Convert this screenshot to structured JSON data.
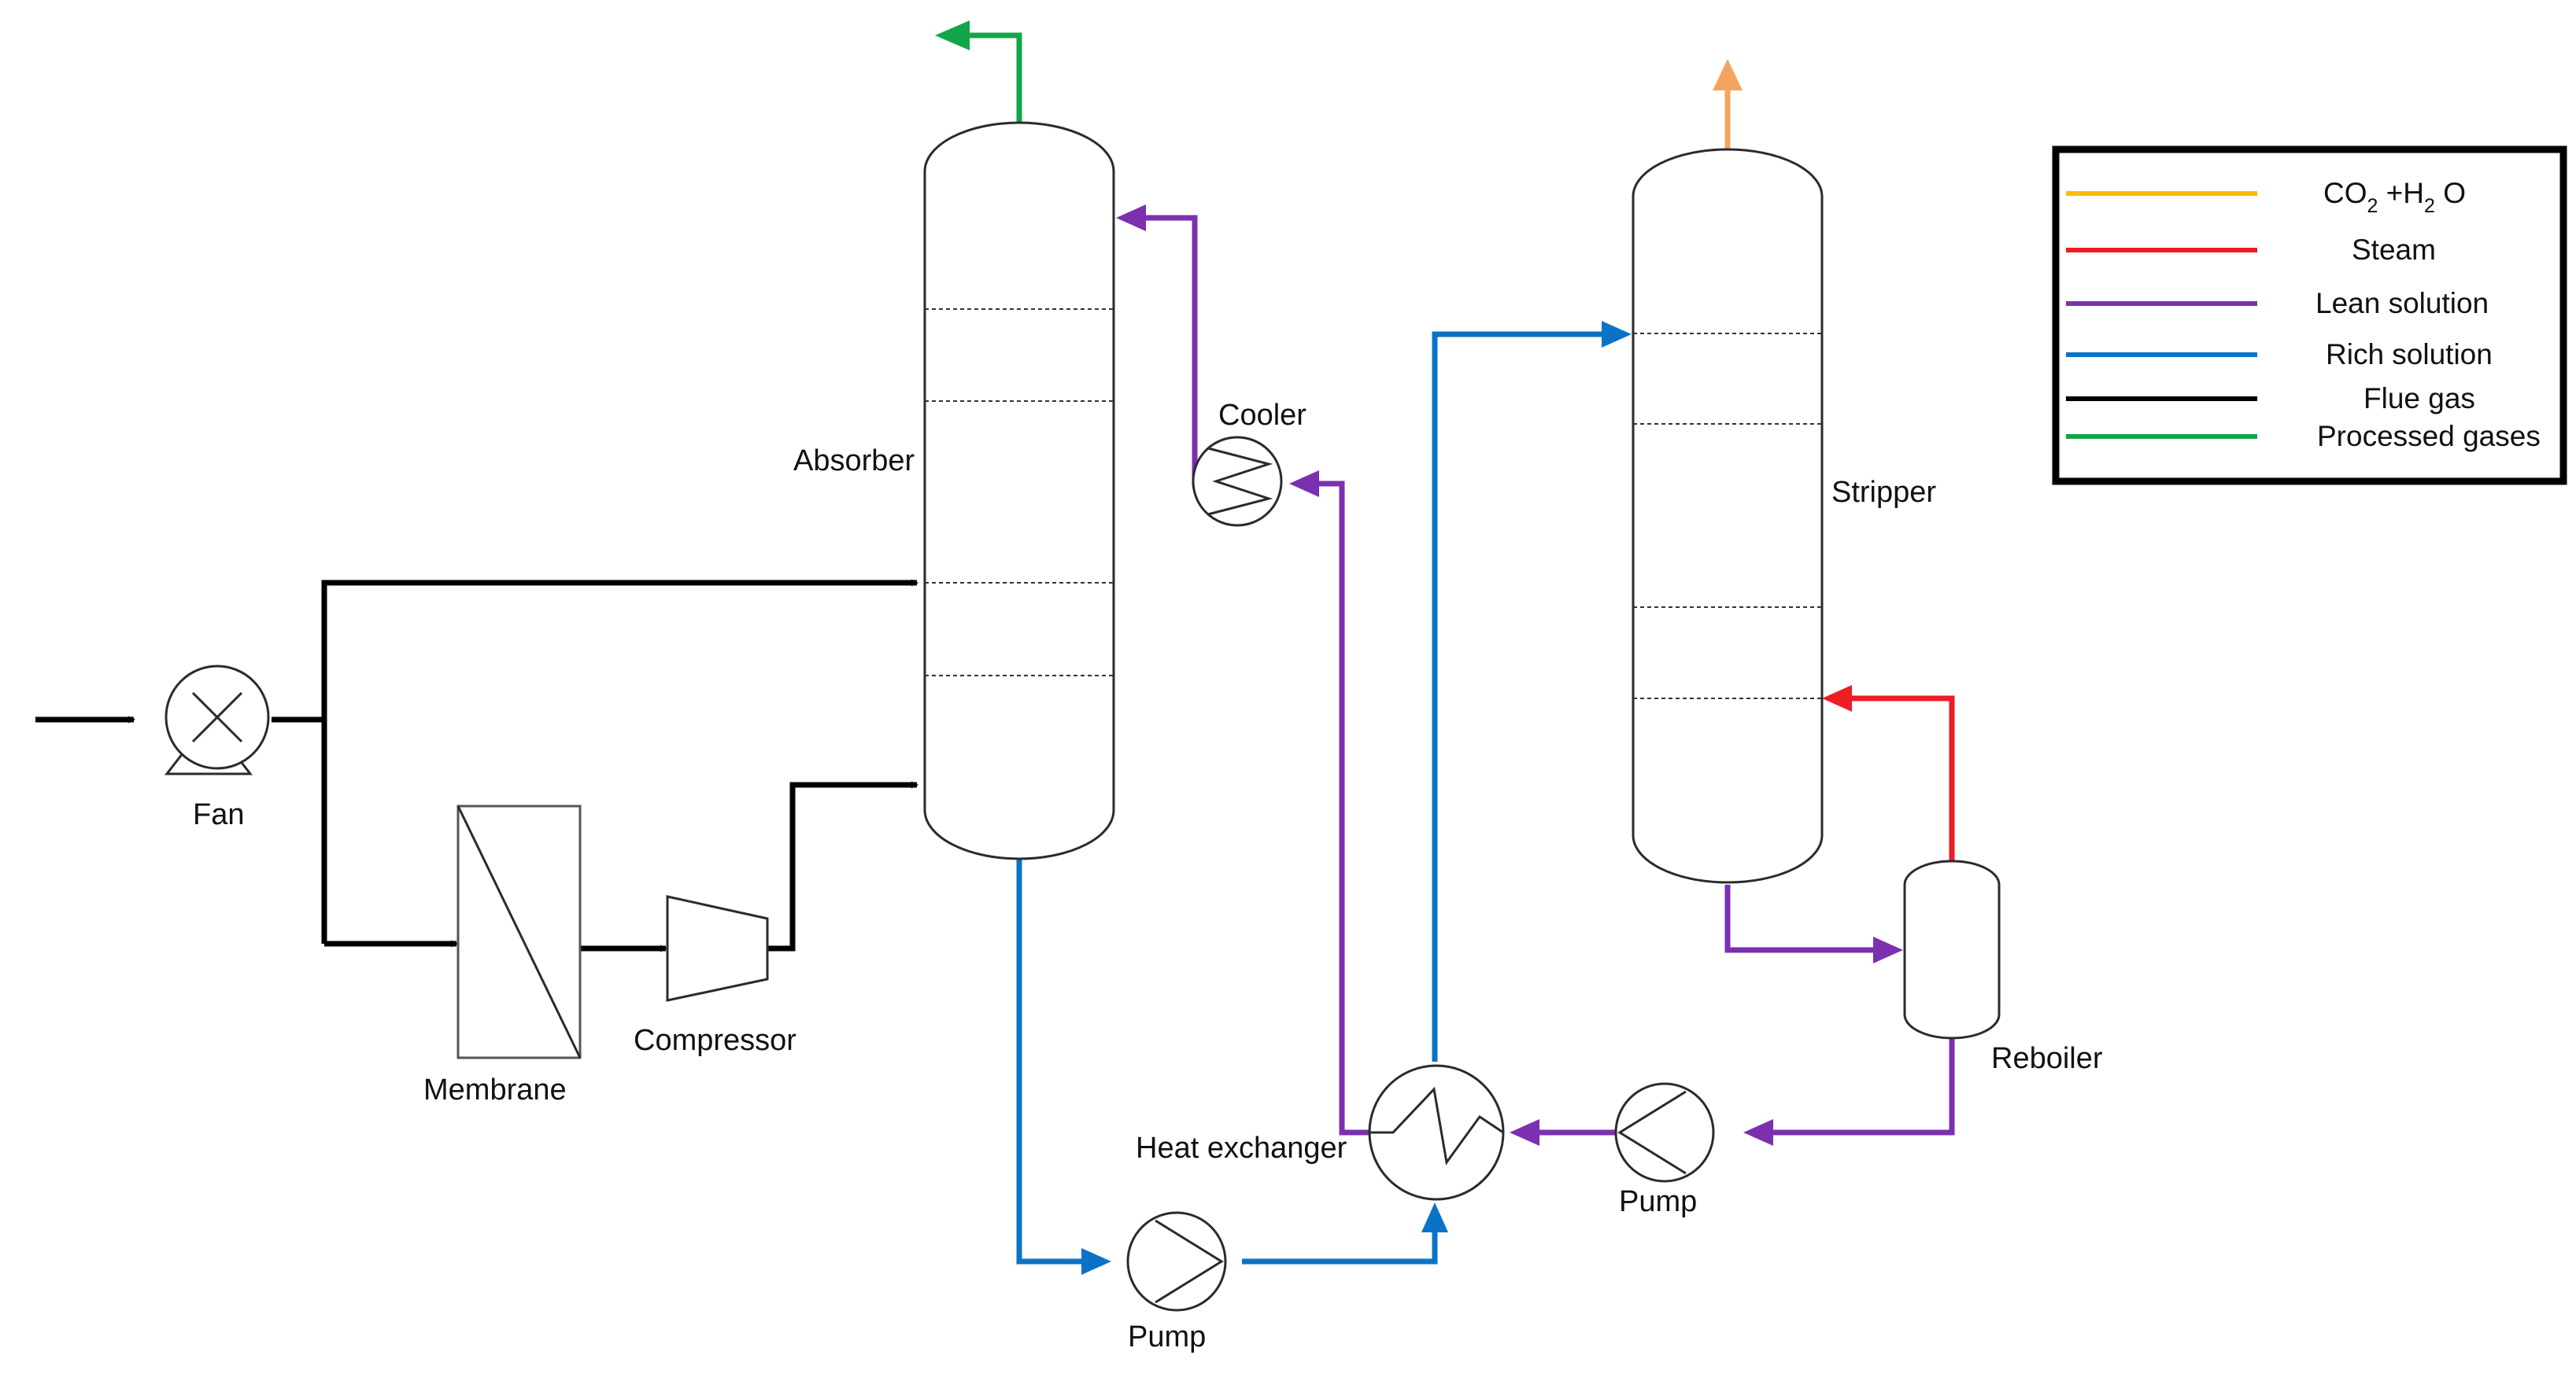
{
  "colors": {
    "co2_h2o": "#f5c000",
    "steam": "#ee1c24",
    "lean": "#7b30b0",
    "rich": "#0a73c8",
    "flue": "#000000",
    "processed": "#11a54a",
    "vent": "#f5a460"
  },
  "labels": {
    "absorber": "Absorber",
    "stripper": "Stripper",
    "cooler": "Cooler",
    "fan": "Fan",
    "membrane": "Membrane",
    "compressor": "Compressor",
    "pump_rich": "Pump",
    "pump_lean": "Pump",
    "heat_exchanger": "Heat exchanger",
    "reboiler": "Reboiler"
  },
  "legend": {
    "co2_main_a": "CO",
    "co2_sub": "2",
    "co2_main_b": " +H",
    "h2o_sub": "2",
    "co2_main_c": " O",
    "steam": "Steam",
    "lean": "Lean solution",
    "rich": "Rich solution",
    "flue": "Flue gas",
    "processed": "Processed gases"
  },
  "icons": {
    "fan": "fan-icon",
    "pump": "pump-icon",
    "cooler": "cooler-icon",
    "heat_exchanger": "heat-exchanger-icon",
    "compressor": "compressor-icon",
    "membrane": "membrane-icon"
  }
}
